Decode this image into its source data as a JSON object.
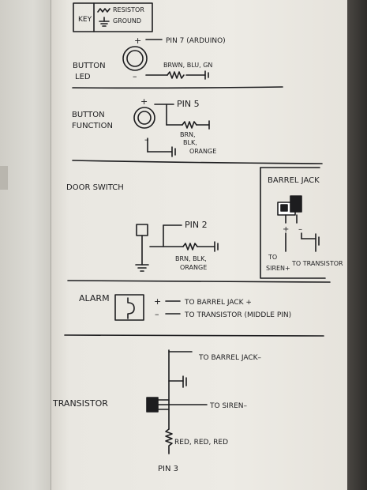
{
  "key": {
    "title": "KEY",
    "resistor_label": "RESISTOR",
    "ground_label": "GROUND"
  },
  "button_led": {
    "title_line1": "BUTTON",
    "title_line2": "LED",
    "plus": "+",
    "minus": "–",
    "pin_label": "PIN 7 (ARDUINO)",
    "resistor_colors": "BRWN, BLU, GN"
  },
  "button_function": {
    "title_line1": "BUTTON",
    "title_line2": "FUNCTION",
    "plus": "+",
    "minus": "–",
    "pin_label": "PIN 5",
    "resistor_colors_line1": "BRN,",
    "resistor_colors_line2": "BLK,",
    "resistor_colors_line3": "ORANGE"
  },
  "door_switch": {
    "title": "DOOR SWITCH",
    "pin_label": "PIN 2",
    "resistor_colors_line1": "BRN, BLK,",
    "resistor_colors_line2": "ORANGE"
  },
  "barrel_jack": {
    "title": "BARREL JACK",
    "plus": "+",
    "minus": "–",
    "to_siren_line1": "TO",
    "to_siren_line2": "SIREN+",
    "to_transistor": "TO TRANSISTOR"
  },
  "alarm": {
    "title": "ALARM",
    "plus": "+",
    "minus": "–",
    "line1": "TO BARREL JACK +",
    "line2": "TO TRANSISTOR (MIDDLE PIN)"
  },
  "transistor": {
    "title": "TRANSISTOR",
    "to_barrel_jack": "TO BARREL JACK–",
    "to_siren": "TO SIREN–",
    "resistor_colors": "RED, RED, RED",
    "pin_label": "PIN 3"
  }
}
